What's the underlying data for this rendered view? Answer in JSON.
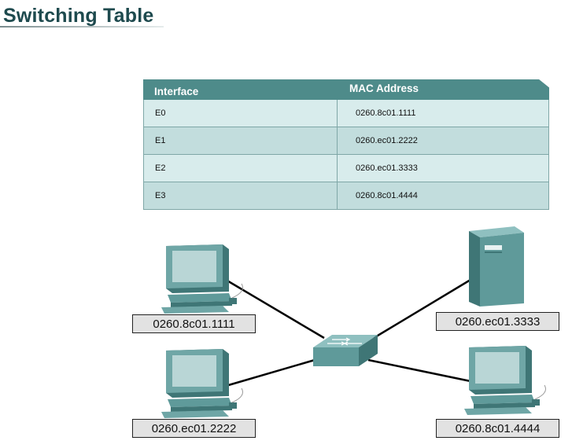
{
  "title": "Switching Table",
  "table": {
    "headers": [
      "Interface",
      "MAC Address"
    ],
    "rows": [
      {
        "interface": "E0",
        "mac": "0260.8c01.1111"
      },
      {
        "interface": "E1",
        "mac": "0260.ec01.2222"
      },
      {
        "interface": "E2",
        "mac": "0260.ec01.3333"
      },
      {
        "interface": "E3",
        "mac": "0260.8c01.4444"
      }
    ]
  },
  "devices": {
    "top_left": {
      "type": "workstation",
      "label": "0260.8c01.1111"
    },
    "bottom_left": {
      "type": "workstation",
      "label": "0260.ec01.2222"
    },
    "top_right": {
      "type": "server",
      "label": "0260.ec01.3333"
    },
    "bottom_right": {
      "type": "workstation",
      "label": "0260.8c01.4444"
    },
    "center": {
      "type": "switch"
    }
  },
  "colors": {
    "title": "#1e4a4e",
    "header": "#4e8b8a",
    "row_light": "#d8ecec",
    "row_dark": "#c2dddd",
    "device": "#5f9a9a"
  }
}
